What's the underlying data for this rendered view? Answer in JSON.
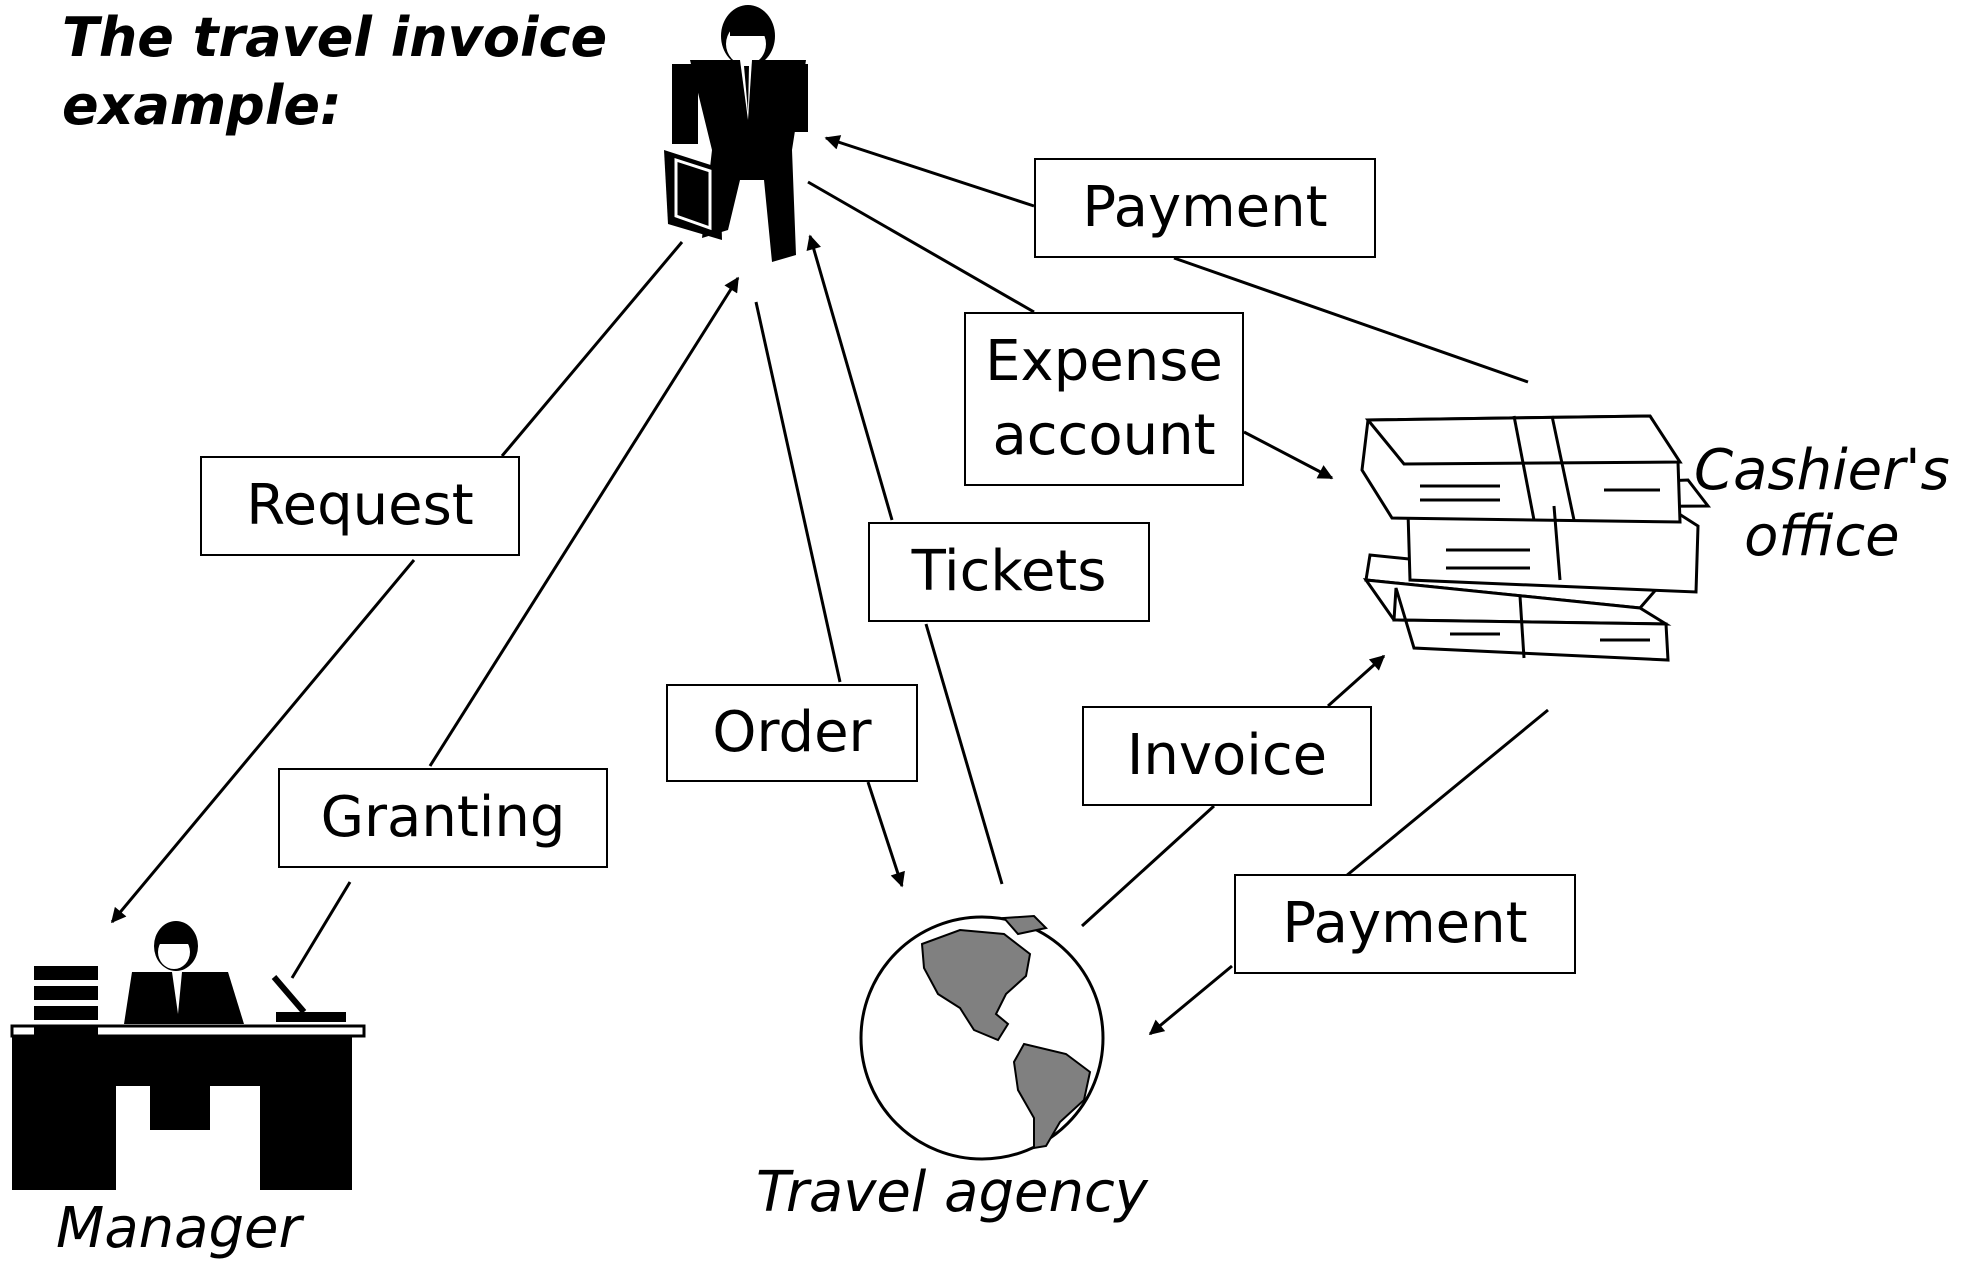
{
  "title": {
    "line1": "The travel invoice",
    "line2": "example:"
  },
  "actors": {
    "manager": "Manager",
    "travel_agency": "Travel agency",
    "cashier_line1": "Cashier's",
    "cashier_line2": "office"
  },
  "flows": {
    "payment_top": "Payment",
    "expense_line1": "Expense",
    "expense_line2": "account",
    "request": "Request",
    "tickets": "Tickets",
    "order": "Order",
    "invoice": "Invoice",
    "granting": "Granting",
    "payment_bottom": "Payment"
  },
  "colors": {
    "ink": "#000000",
    "globe_land": "#808080",
    "paper": "#ffffff"
  }
}
